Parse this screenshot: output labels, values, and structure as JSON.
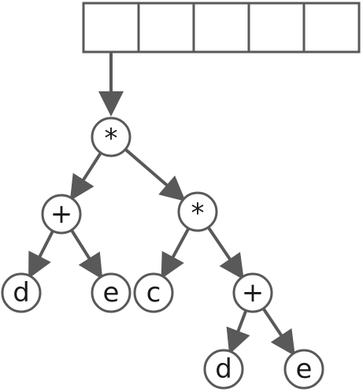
{
  "array": {
    "cells": [
      "",
      "",
      "",
      "",
      ""
    ]
  },
  "tree": {
    "nodes": [
      {
        "id": "root",
        "label": "*"
      },
      {
        "id": "plus-left",
        "label": "+"
      },
      {
        "id": "star-right",
        "label": "*"
      },
      {
        "id": "d-left",
        "label": "d"
      },
      {
        "id": "e-left",
        "label": "e"
      },
      {
        "id": "c",
        "label": "c"
      },
      {
        "id": "plus-right",
        "label": "+"
      },
      {
        "id": "d-right",
        "label": "d"
      },
      {
        "id": "e-right",
        "label": "e"
      }
    ],
    "edges": [
      [
        "root",
        "plus-left"
      ],
      [
        "root",
        "star-right"
      ],
      [
        "plus-left",
        "d-left"
      ],
      [
        "plus-left",
        "e-left"
      ],
      [
        "star-right",
        "c"
      ],
      [
        "star-right",
        "plus-right"
      ],
      [
        "plus-right",
        "d-right"
      ],
      [
        "plus-right",
        "e-right"
      ]
    ]
  },
  "colors": {
    "stroke": "#595959",
    "text": "#1a1a1a",
    "background": "#ffffff"
  }
}
